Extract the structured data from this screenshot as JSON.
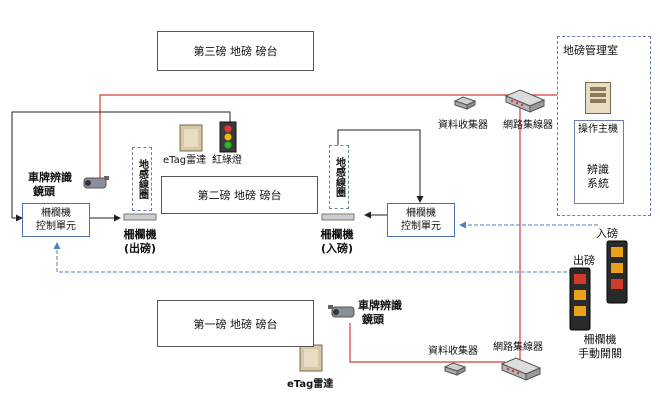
{
  "scales": {
    "third": "第三磅 地磅 磅台",
    "second": "第二磅 地磅 磅台",
    "first": "第一磅 地磅 磅台"
  },
  "control_room": {
    "title": "地磅管理室",
    "host": "操作主機",
    "recognition_line1": "辨識",
    "recognition_line2": "系統"
  },
  "left_gate": {
    "plate_cam_line1": "車牌辨識",
    "plate_cam_line2": "鏡頭",
    "controller_line1": "柵欄機",
    "controller_line2": "控制單元",
    "loop": "地感線圈",
    "barrier_line1": "柵欄機",
    "barrier_line2": "(出磅)"
  },
  "middle": {
    "etag": "eTag雷達",
    "light": "紅綠燈"
  },
  "right_gate": {
    "loop": "地感線圈",
    "barrier_line1": "柵欄機",
    "barrier_line2": "(入磅)",
    "controller_line1": "柵欄機",
    "controller_line2": "控制單元"
  },
  "top_network": {
    "collector": "資料收集器",
    "switch": "網路集線器"
  },
  "bottom_network": {
    "collector": "資料收集器",
    "switch": "網路集線器"
  },
  "bottom_devices": {
    "plate_cam_line1": "車牌辨識",
    "plate_cam_line2": "鏡頭",
    "etag": "eTag雷達"
  },
  "manual_switch": {
    "in_label": "入磅",
    "out_label": "出磅",
    "title_line1": "柵欄機",
    "title_line2": "手動開關"
  },
  "colors": {
    "red_wire": "#d83a3a",
    "blue_wire": "#4a7fc1",
    "black_wire": "#222222"
  }
}
